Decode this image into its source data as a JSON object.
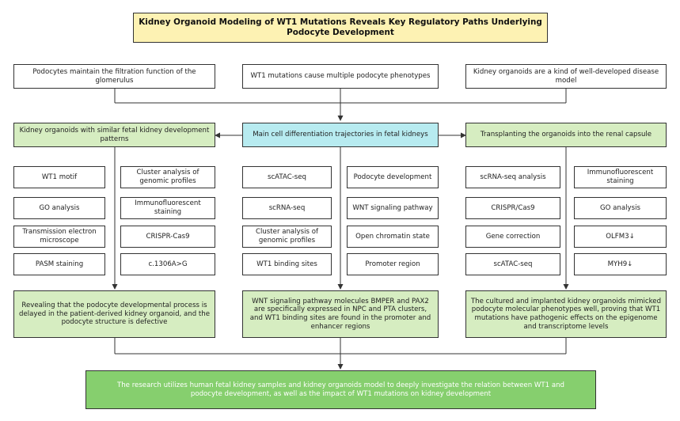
{
  "title": "Kidney Organoid Modeling of WT1 Mutations Reveals Key Regulatory Paths Underlying Podocyte Development",
  "top_boxes": [
    "Podocytes maintain the filtration function of the glomerulus",
    "WT1 mutations cause multiple podocyte phenotypes",
    "Kidney organoids are a kind of well-developed disease model"
  ],
  "middle": {
    "left": "Kidney organoids with similar fetal kidney development patterns",
    "center": "Main cell differentiation trajectories in fetal kidneys",
    "right": "Transplanting the organoids into the renal capsule"
  },
  "methods": {
    "left": [
      [
        "WT1 motif",
        "Cluster analysis of genomic profiles"
      ],
      [
        "GO analysis",
        "Immunofluorescent staining"
      ],
      [
        "Transmission electron microscope",
        "CRISPR-Cas9"
      ],
      [
        "PASM staining",
        "c.1306A>G"
      ]
    ],
    "center": [
      [
        "scATAC-seq",
        "Podocyte development"
      ],
      [
        "scRNA-seq",
        "WNT signaling pathway"
      ],
      [
        "Cluster analysis of genomic profiles",
        "Open chromatin state"
      ],
      [
        "WT1 binding sites",
        "Promoter region"
      ]
    ],
    "right": [
      [
        "scRNA-seq analysis",
        "Immunofluorescent staining"
      ],
      [
        "CRISPR/Cas9",
        "GO analysis"
      ],
      [
        "Gene correction",
        "OLFM3↓"
      ],
      [
        "scATAC-seq",
        "MYH9↓"
      ]
    ]
  },
  "findings": {
    "left": "Revealing that the podocyte developmental process is delayed in the patient-derived kidney organoid, and the podocyte structure is defective",
    "center": "WNT signaling pathway molecules BMPER and PAX2 are specifically expressed in NPC and PTA clusters, and WT1 binding sites are found in the promoter and enhancer regions",
    "right": "The cultured and implanted kidney organoids mimicked podocyte molecular phenotypes well, proving that WT1 mutations have pathogenic effects on the epigenome and transcriptome levels"
  },
  "conclusion": "The research utilizes human fetal kidney samples and kidney organoids model to deeply investigate the relation between WT1 and podocyte development, as well as the impact of WT1 mutations on kidney development",
  "colors": {
    "title_bg": "#fdf2b3",
    "green_bg": "#d6edc1",
    "cyan_bg": "#b7ebf0",
    "conclusion_bg": "#86cf6e"
  }
}
